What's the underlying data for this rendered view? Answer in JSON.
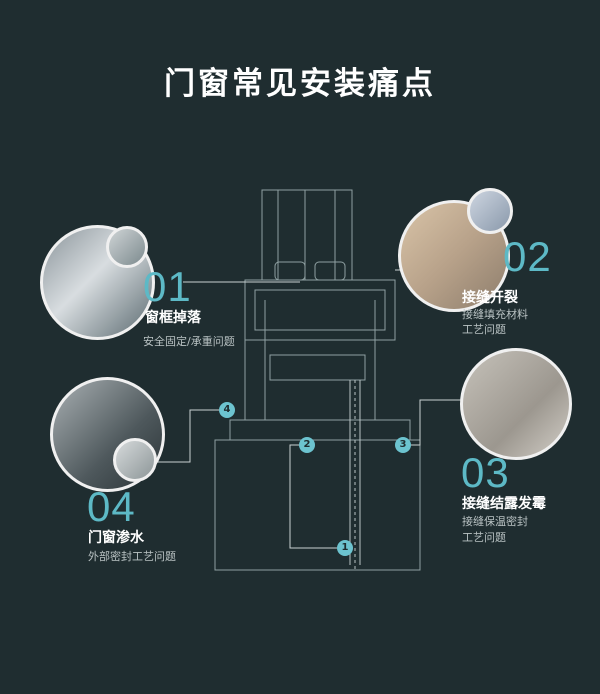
{
  "title": "门窗常见安装痛点",
  "accent": "#5db9c6",
  "points": [
    {
      "num": "01",
      "title": "窗框掉落",
      "desc": [
        "安全固定/承重问题"
      ],
      "marker": "1"
    },
    {
      "num": "02",
      "title": "接缝开裂",
      "desc": [
        "接缝填充材料",
        "工艺问题"
      ],
      "marker": "2"
    },
    {
      "num": "03",
      "title": "接缝结露发霉",
      "desc": [
        "接缝保温密封",
        "工艺问题"
      ],
      "marker": "3"
    },
    {
      "num": "04",
      "title": "门窗渗水",
      "desc": [
        "外部密封工艺问题"
      ],
      "marker": "4"
    }
  ]
}
